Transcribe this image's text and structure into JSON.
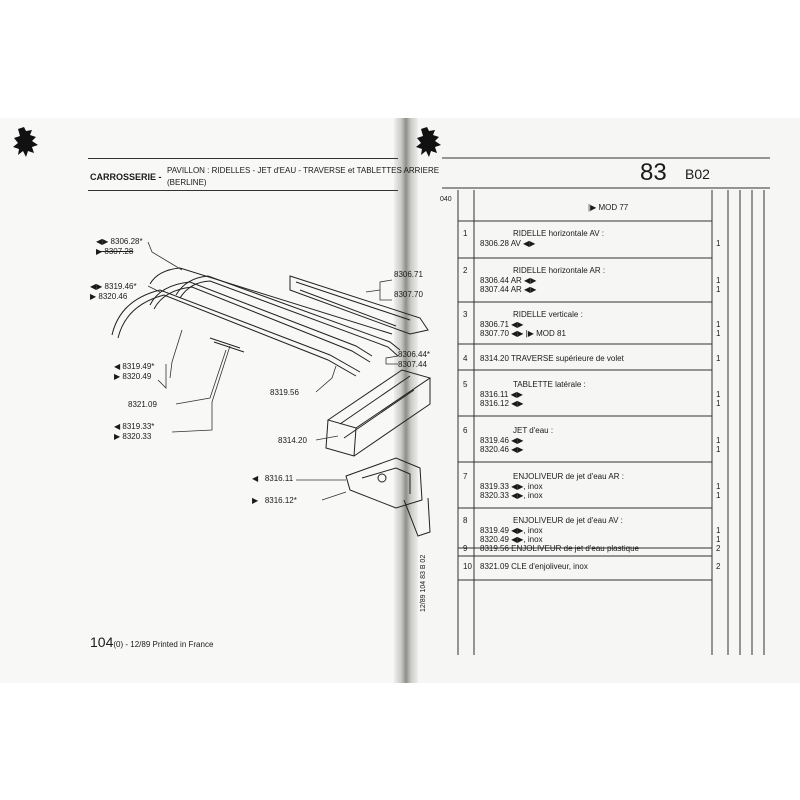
{
  "left_page": {
    "header_prefix": "CARROSSERIE -",
    "header_title": "PAVILLON : RIDELLES - JET d'EAU - TRAVERSE et TABLETTES ARRIERE",
    "header_subtitle": "(BERLINE)",
    "footer_page": "104",
    "footer_info": "(0) - 12/89 Printed in France",
    "callouts": [
      {
        "text": "8306.28*",
        "arrow": "◀▶",
        "strike": false
      },
      {
        "text": "8307.28",
        "arrow": "▶",
        "strike": true
      },
      {
        "text": "8319.46*",
        "arrow": "◀▶",
        "strike": false
      },
      {
        "text": "8320.46",
        "arrow": "▶",
        "strike": false
      },
      {
        "text": "8319.49*",
        "arrow": "◀",
        "strike": false
      },
      {
        "text": "8320.49",
        "arrow": "▶",
        "strike": false
      },
      {
        "text": "8321.09",
        "arrow": "",
        "strike": false
      },
      {
        "text": "8319.33*",
        "arrow": "◀",
        "strike": false
      },
      {
        "text": "8320.33",
        "arrow": "▶",
        "strike": false
      },
      {
        "text": "8319.56",
        "arrow": "",
        "strike": false
      },
      {
        "text": "8314.20",
        "arrow": "",
        "strike": false
      },
      {
        "text": "8316.11",
        "arrow": "◀",
        "strike": false
      },
      {
        "text": "8316.12*",
        "arrow": "▶",
        "strike": false
      },
      {
        "text": "8306.71",
        "arrow": "",
        "strike": false
      },
      {
        "text": "8307.70",
        "arrow": "",
        "strike": false
      },
      {
        "text": "8306.44*",
        "arrow": "",
        "strike": false
      },
      {
        "text": "8307.44",
        "arrow": "",
        "strike": false
      }
    ]
  },
  "right_page": {
    "section_number": "83",
    "section_code": "B02",
    "column_marker": "040",
    "side_reference": "12/89  104  83  B 02",
    "mod_header": "MOD 77",
    "rows": [
      {
        "num": "1",
        "title": "RIDELLE horizontale AV :",
        "lines": [
          {
            "ref": "8306.28",
            "desc": "AV ◀▶",
            "qty": "1"
          }
        ]
      },
      {
        "num": "2",
        "title": "RIDELLE horizontale AR :",
        "lines": [
          {
            "ref": "8306.44",
            "desc": "AR ◀▶",
            "qty": "1"
          },
          {
            "ref": "8307.44",
            "desc": "AR ◀▶",
            "qty": "1"
          }
        ]
      },
      {
        "num": "3",
        "title": "RIDELLE verticale :",
        "lines": [
          {
            "ref": "8306.71",
            "desc": "◀▶",
            "qty": "1"
          },
          {
            "ref": "8307.70",
            "desc": "◀▶ |▶ MOD 81",
            "qty": "1"
          }
        ]
      },
      {
        "num": "4",
        "title": "",
        "lines": [
          {
            "ref": "8314.20",
            "desc": "TRAVERSE supérieure de volet",
            "qty": "1"
          }
        ]
      },
      {
        "num": "5",
        "title": "TABLETTE latérale :",
        "lines": [
          {
            "ref": "8316.11",
            "desc": "◀▶",
            "qty": "1"
          },
          {
            "ref": "8316.12",
            "desc": "◀▶",
            "qty": "1"
          }
        ]
      },
      {
        "num": "6",
        "title": "JET d'eau :",
        "lines": [
          {
            "ref": "8319.46",
            "desc": "◀▶",
            "qty": "1"
          },
          {
            "ref": "8320.46",
            "desc": "◀▶",
            "qty": "1"
          }
        ]
      },
      {
        "num": "7",
        "title": "ENJOLIVEUR de jet d'eau AR :",
        "lines": [
          {
            "ref": "8319.33",
            "desc": "◀▶, inox",
            "qty": "1"
          },
          {
            "ref": "8320.33",
            "desc": "◀▶, inox",
            "qty": "1"
          }
        ]
      },
      {
        "num": "8",
        "title": "ENJOLIVEUR de jet d'eau AV :",
        "lines": [
          {
            "ref": "8319.49",
            "desc": "◀▶, inox",
            "qty": "1"
          },
          {
            "ref": "8320.49",
            "desc": "◀▶, inox",
            "qty": "1"
          }
        ]
      },
      {
        "num": "9",
        "title": "",
        "lines": [
          {
            "ref": "8319.56",
            "desc": "ENJOLIVEUR de jet d'eau plastique",
            "qty": "2"
          }
        ]
      },
      {
        "num": "10",
        "title": "",
        "lines": [
          {
            "ref": "8321.09",
            "desc": "CLE d'enjoliveur, inox",
            "qty": "2"
          }
        ]
      }
    ]
  }
}
